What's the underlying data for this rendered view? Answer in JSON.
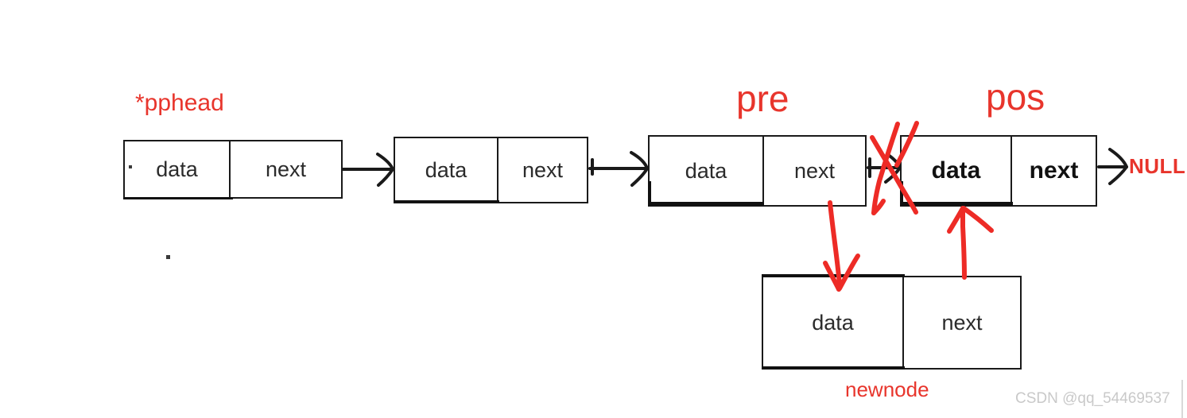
{
  "diagram": {
    "title": "singly linked list insert-before-pos diagram",
    "watermark": "CSDN @qq_54469537",
    "colors": {
      "annotation_red": "#e8352c",
      "stroke_black": "#1a1a1a",
      "text_gray": "#2b2b2b",
      "watermark_gray": "#c9c9c9",
      "background": "#ffffff"
    },
    "labels": {
      "pphead": "*pphead",
      "pre": "pre",
      "pos": "pos",
      "null": "NULL",
      "newnode": "newnode"
    },
    "nodes": [
      {
        "id": "head-node",
        "data_label": "data",
        "next_label": "next",
        "annotation": "*pphead"
      },
      {
        "id": "second-node",
        "data_label": "data",
        "next_label": "next",
        "annotation": ""
      },
      {
        "id": "pre-node",
        "data_label": "data",
        "next_label": "next",
        "annotation": "pre"
      },
      {
        "id": "pos-node",
        "data_label": "data",
        "next_label": "next",
        "annotation": "pos"
      },
      {
        "id": "newnode-node",
        "data_label": "data",
        "next_label": "next",
        "annotation": "newnode"
      }
    ],
    "connectors": [
      {
        "id": "head-to-second",
        "from": "head-node.next",
        "to": "second-node",
        "style": "black-arrow"
      },
      {
        "id": "second-to-pre",
        "from": "second-node.next",
        "to": "pre-node",
        "style": "black-arrow"
      },
      {
        "id": "pre-to-pos",
        "from": "pre-node.next",
        "to": "pos-node",
        "style": "black-arrow-crossed-out"
      },
      {
        "id": "pos-to-null",
        "from": "pos-node.next",
        "to": "NULL",
        "style": "black-arrow"
      },
      {
        "id": "pre-to-newnode",
        "from": "pre-node.next",
        "to": "newnode-node.data",
        "style": "red-arrow"
      },
      {
        "id": "newnode-to-pos",
        "from": "newnode-node.next",
        "to": "pos-node.data",
        "style": "red-arrow"
      },
      {
        "id": "cross-out-mark",
        "from": "pre-to-pos",
        "to": "",
        "style": "red-x"
      }
    ]
  }
}
